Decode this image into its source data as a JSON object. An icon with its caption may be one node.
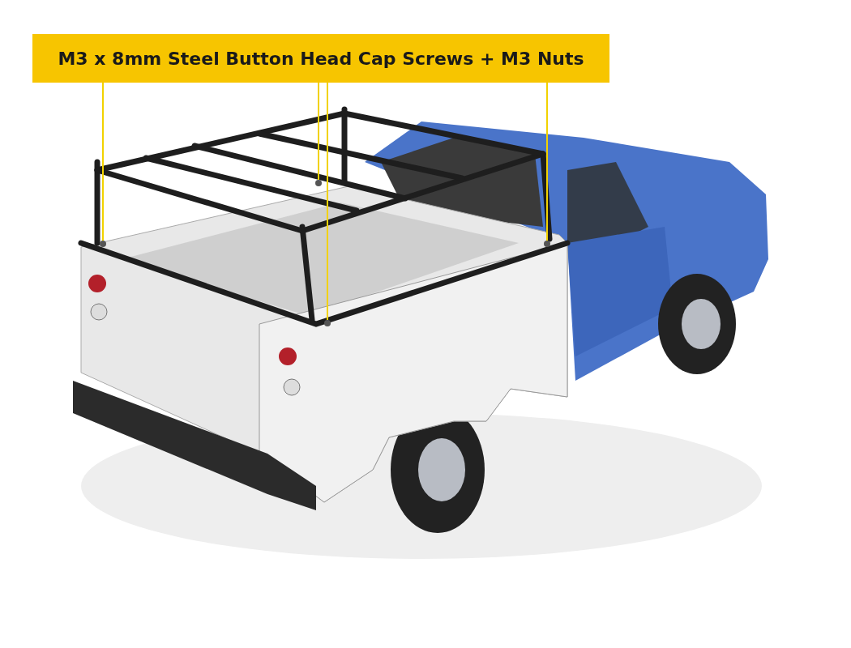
{
  "diagram": {
    "nodes": [
      {
        "text": [
          "M3 x 8mm Steel Button Head Cap Screws + M3 Nuts"
        ]
      },
      {
        "text": [],
        "shape": "circle"
      },
      {
        "text": [],
        "shape": "circle"
      },
      {
        "text": [],
        "shape": "circle"
      },
      {
        "text": [],
        "shape": "circle"
      }
    ],
    "edges": [
      {
        "from": 0,
        "to": 1,
        "arrow": "none"
      },
      {
        "from": 0,
        "to": 2,
        "arrow": "none"
      },
      {
        "from": 0,
        "to": 3,
        "arrow": "none"
      },
      {
        "from": 0,
        "to": 4,
        "arrow": "none"
      }
    ]
  }
}
